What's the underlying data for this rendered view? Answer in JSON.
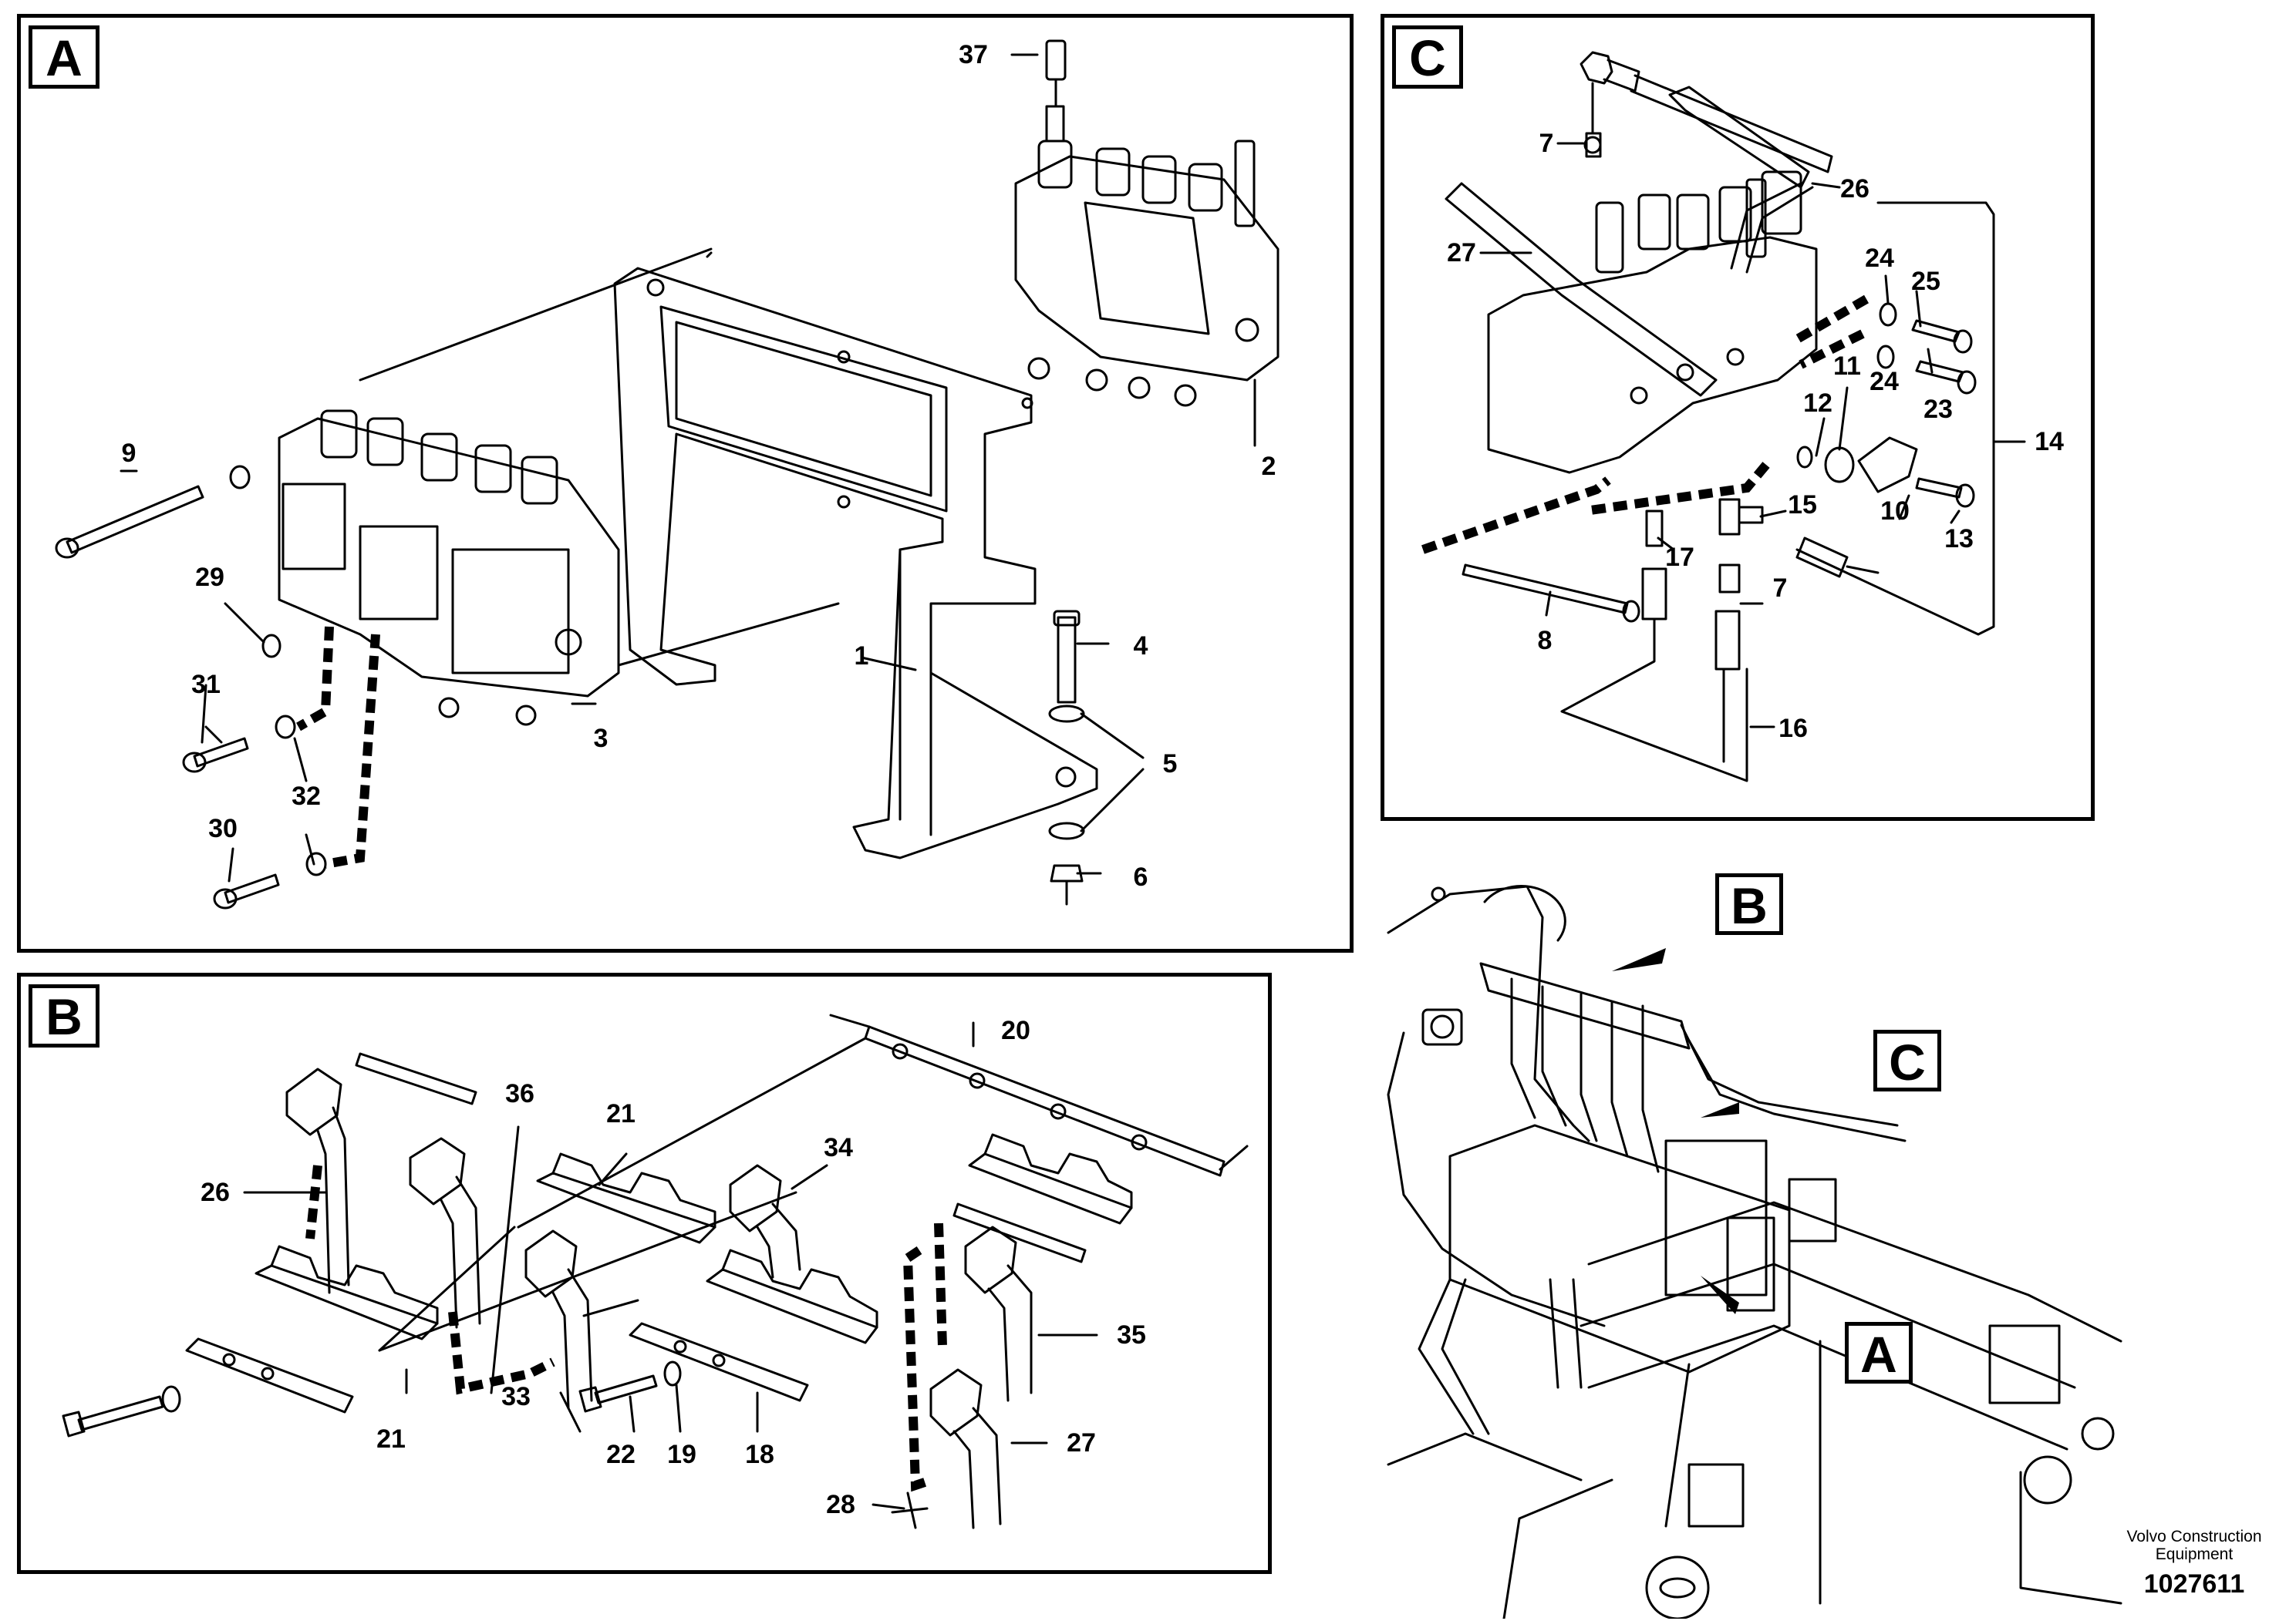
{
  "panels": {
    "a": {
      "tag": "A"
    },
    "b": {
      "tag": "B"
    },
    "c": {
      "tag": "C"
    }
  },
  "overview": {
    "tags": [
      "B",
      "C",
      "A"
    ]
  },
  "callouts": {
    "a": [
      "37",
      "9",
      "29",
      "31",
      "32",
      "30",
      "3",
      "2",
      "1",
      "4",
      "5",
      "6"
    ],
    "b": [
      "20",
      "36",
      "21",
      "34",
      "26",
      "21",
      "33",
      "22",
      "19",
      "18",
      "35",
      "27",
      "28"
    ],
    "c": [
      "7",
      "26",
      "27",
      "24",
      "25",
      "24",
      "23",
      "11",
      "12",
      "14",
      "10",
      "13",
      "15",
      "17",
      "7",
      "8",
      "16"
    ]
  },
  "credit": {
    "company_line1": "Volvo Construction",
    "company_line2": "Equipment",
    "drawing_number": "1027611"
  }
}
